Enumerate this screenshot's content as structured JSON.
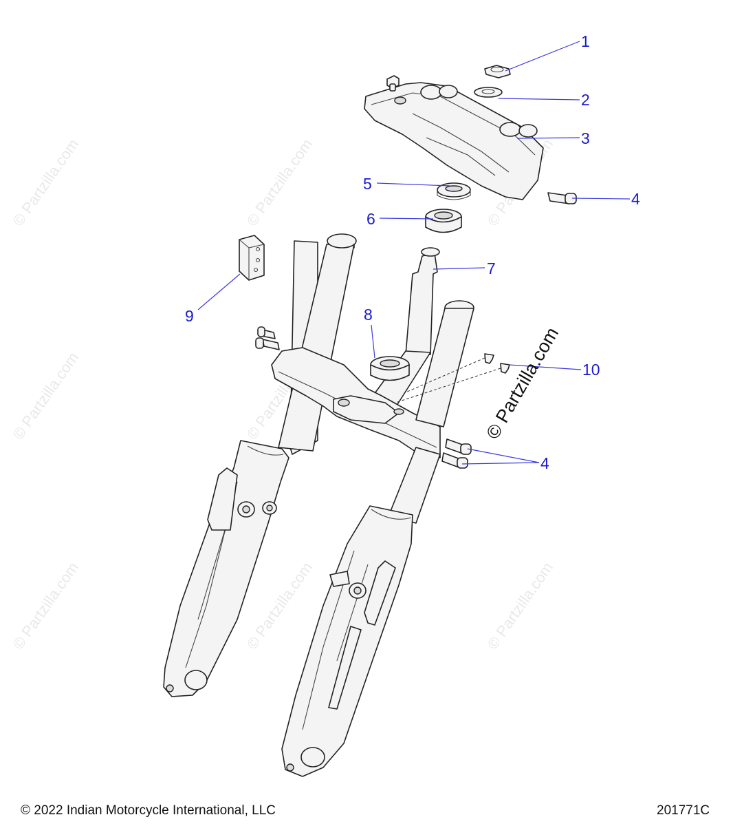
{
  "diagram": {
    "callouts": [
      "1",
      "2",
      "3",
      "4",
      "5",
      "6",
      "7",
      "8",
      "9",
      "10",
      "4"
    ],
    "watermark": "© Partzilla.com"
  },
  "footer": {
    "copyright": "© 2022 Indian Motorcycle International, LLC",
    "drawing_number": "201771C"
  }
}
